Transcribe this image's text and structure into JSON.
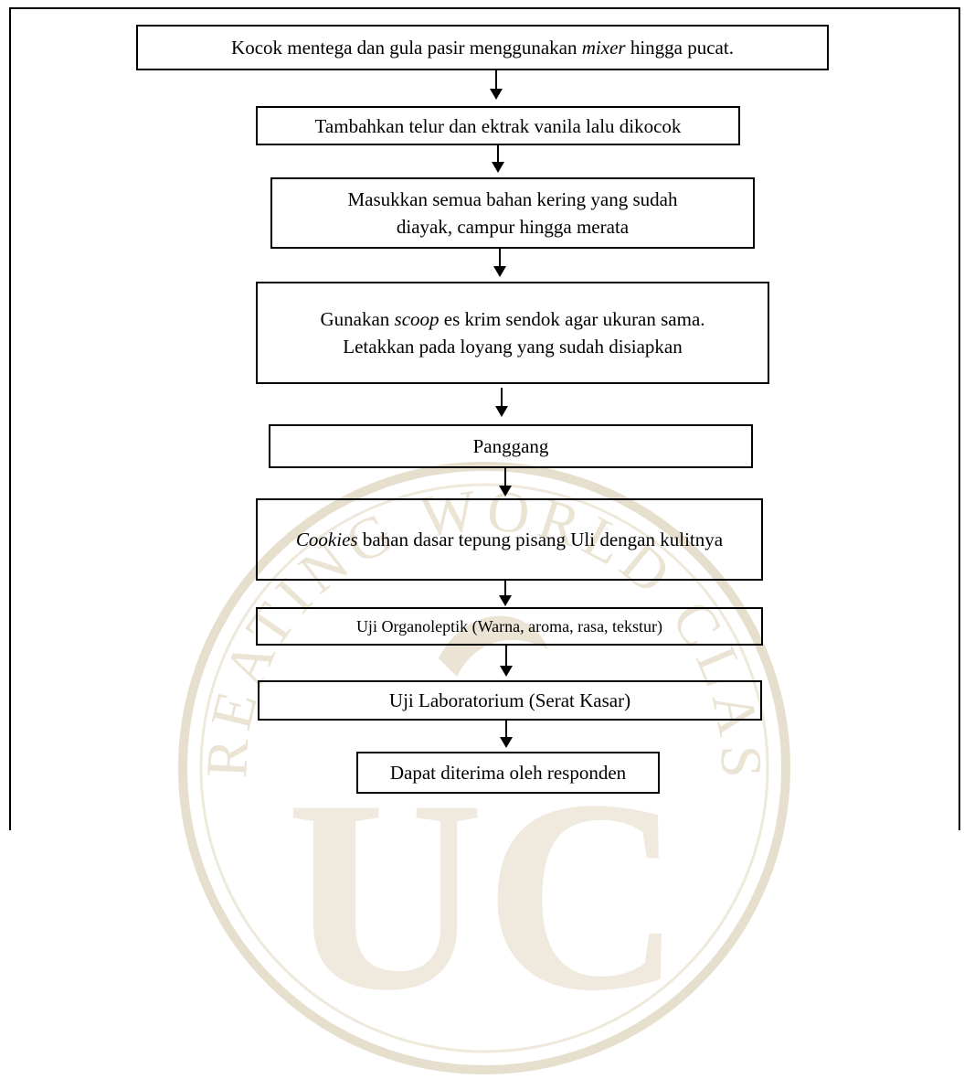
{
  "watermark": {
    "arc_text": "CREATING WORLD CLASS",
    "letters": "UC"
  },
  "steps": [
    {
      "pre": "Kocok mentega dan gula pasir menggunakan ",
      "em": "mixer",
      "post": " hingga pucat."
    },
    {
      "pre": "Tambahkan telur dan ektrak vanila lalu dikocok",
      "em": "",
      "post": ""
    },
    {
      "pre": "Masukkan semua bahan kering yang sudah diayak, campur hingga merata",
      "em": "",
      "post": ""
    },
    {
      "pre": "Gunakan ",
      "em": "scoop",
      "post": " es krim sendok agar ukuran sama. Letakkan pada loyang yang sudah disiapkan"
    },
    {
      "pre": "Panggang",
      "em": "",
      "post": ""
    },
    {
      "pre": "",
      "em": "Cookies",
      "post": " bahan dasar tepung pisang Uli dengan kulitnya"
    },
    {
      "pre": "Uji Organoleptik (Warna, aroma, rasa, tekstur)",
      "em": "",
      "post": ""
    },
    {
      "pre": "Uji Laboratorium (Serat Kasar)",
      "em": "",
      "post": ""
    },
    {
      "pre": "Dapat diterima oleh responden",
      "em": "",
      "post": ""
    }
  ]
}
